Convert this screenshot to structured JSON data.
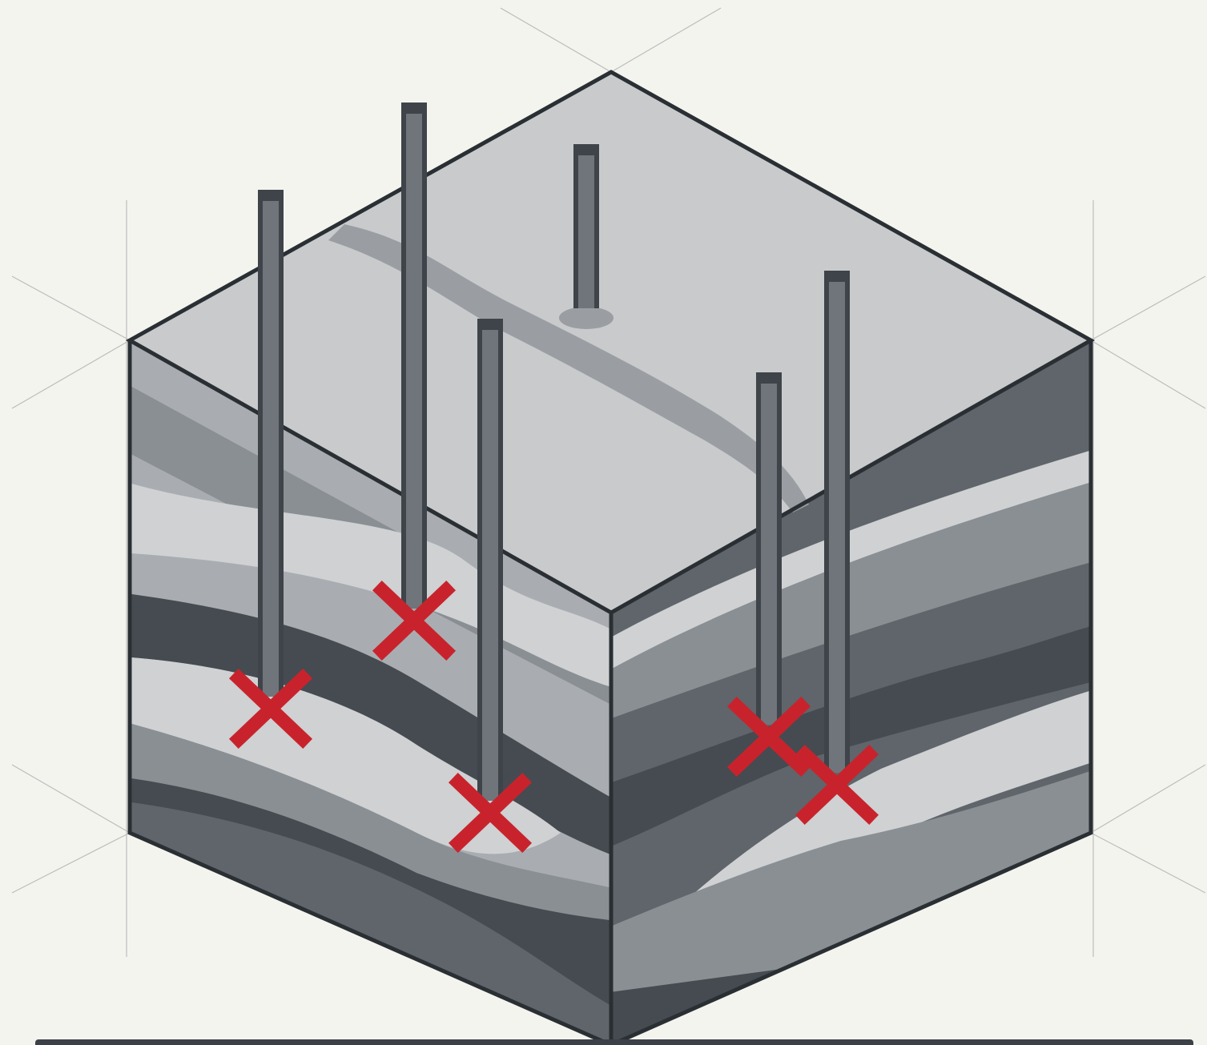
{
  "diagram": {
    "kind": "isometric-block-cross-section",
    "style": "pixel-art",
    "labels": []
  },
  "colors": {
    "background": "#f4f4ef",
    "top_face": "#c8cacc",
    "top_stream": "#9a9ea2",
    "layer_light": "#cfd1d3",
    "layer_mid_light": "#a9adb1",
    "layer_mid": "#8a8f94",
    "layer_dark": "#5f656b",
    "layer_darkest": "#454b51",
    "outline": "#2a2f34",
    "well": "#6f757a",
    "well_cap": "#3e4449",
    "target_marker": "#c8232c",
    "guide_lines": "#bcbcbc"
  },
  "wells": [
    {
      "id": "well-1",
      "target": true
    },
    {
      "id": "well-2",
      "target": true
    },
    {
      "id": "well-3",
      "target": false
    },
    {
      "id": "well-4",
      "target": true
    },
    {
      "id": "well-5",
      "target": true
    },
    {
      "id": "well-6",
      "target": true
    }
  ],
  "marker_icon": "x-mark-icon"
}
